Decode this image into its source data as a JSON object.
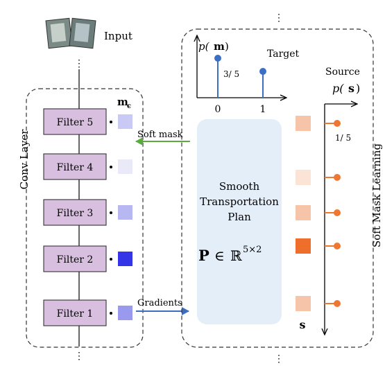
{
  "input": {
    "label": "Input"
  },
  "conv": {
    "title": "Conv Layer",
    "mask_symbol": "m",
    "mask_subscript": "ϵ",
    "filters": [
      {
        "label": "Filter 5",
        "mask_color": "#c9c9f6"
      },
      {
        "label": "Filter 4",
        "mask_color": "#e9e9f8"
      },
      {
        "label": "Filter 3",
        "mask_color": "#b7b7f2"
      },
      {
        "label": "Filter 2",
        "mask_color": "#3535e8"
      },
      {
        "label": "Filter 1",
        "mask_color": "#9999ee"
      }
    ]
  },
  "arrows": {
    "soft_mask": "Soft mask",
    "gradients": "Gradients"
  },
  "smlearning": {
    "title": "Soft Mask Learning",
    "target": {
      "label": "Target",
      "axis_label_p": "p(",
      "axis_label_var": "m",
      "axis_label_close": ")",
      "bars": [
        {
          "x": "0",
          "value_label": "3/ 5",
          "value": 0.6
        },
        {
          "x": "1",
          "value_label": "",
          "value": 0.4
        }
      ]
    },
    "plan": {
      "lines": [
        "Smooth",
        "Transportation",
        "Plan"
      ],
      "formula_P": "P",
      "formula_in": "∈",
      "formula_R": "ℝ",
      "formula_sup": "5×2"
    },
    "source": {
      "label": "Source",
      "axis_label_p": "p(",
      "axis_label_var": "s",
      "axis_label_close": ")",
      "value_label": "1/ 5",
      "s_label": "s",
      "squares": [
        "#f6c4a8",
        "#fbe3d6",
        "#f6c4a8",
        "#ee6e2c",
        "#f6c4a8"
      ]
    }
  },
  "colors": {
    "filter_fill": "#d8bfe0",
    "plan_fill": "#e4eef8",
    "target_blue": "#3b6fc4",
    "source_orange": "#ee7733",
    "soft_mask_arrow": "#5aaa3c",
    "gradients_arrow": "#3d6cc0"
  }
}
